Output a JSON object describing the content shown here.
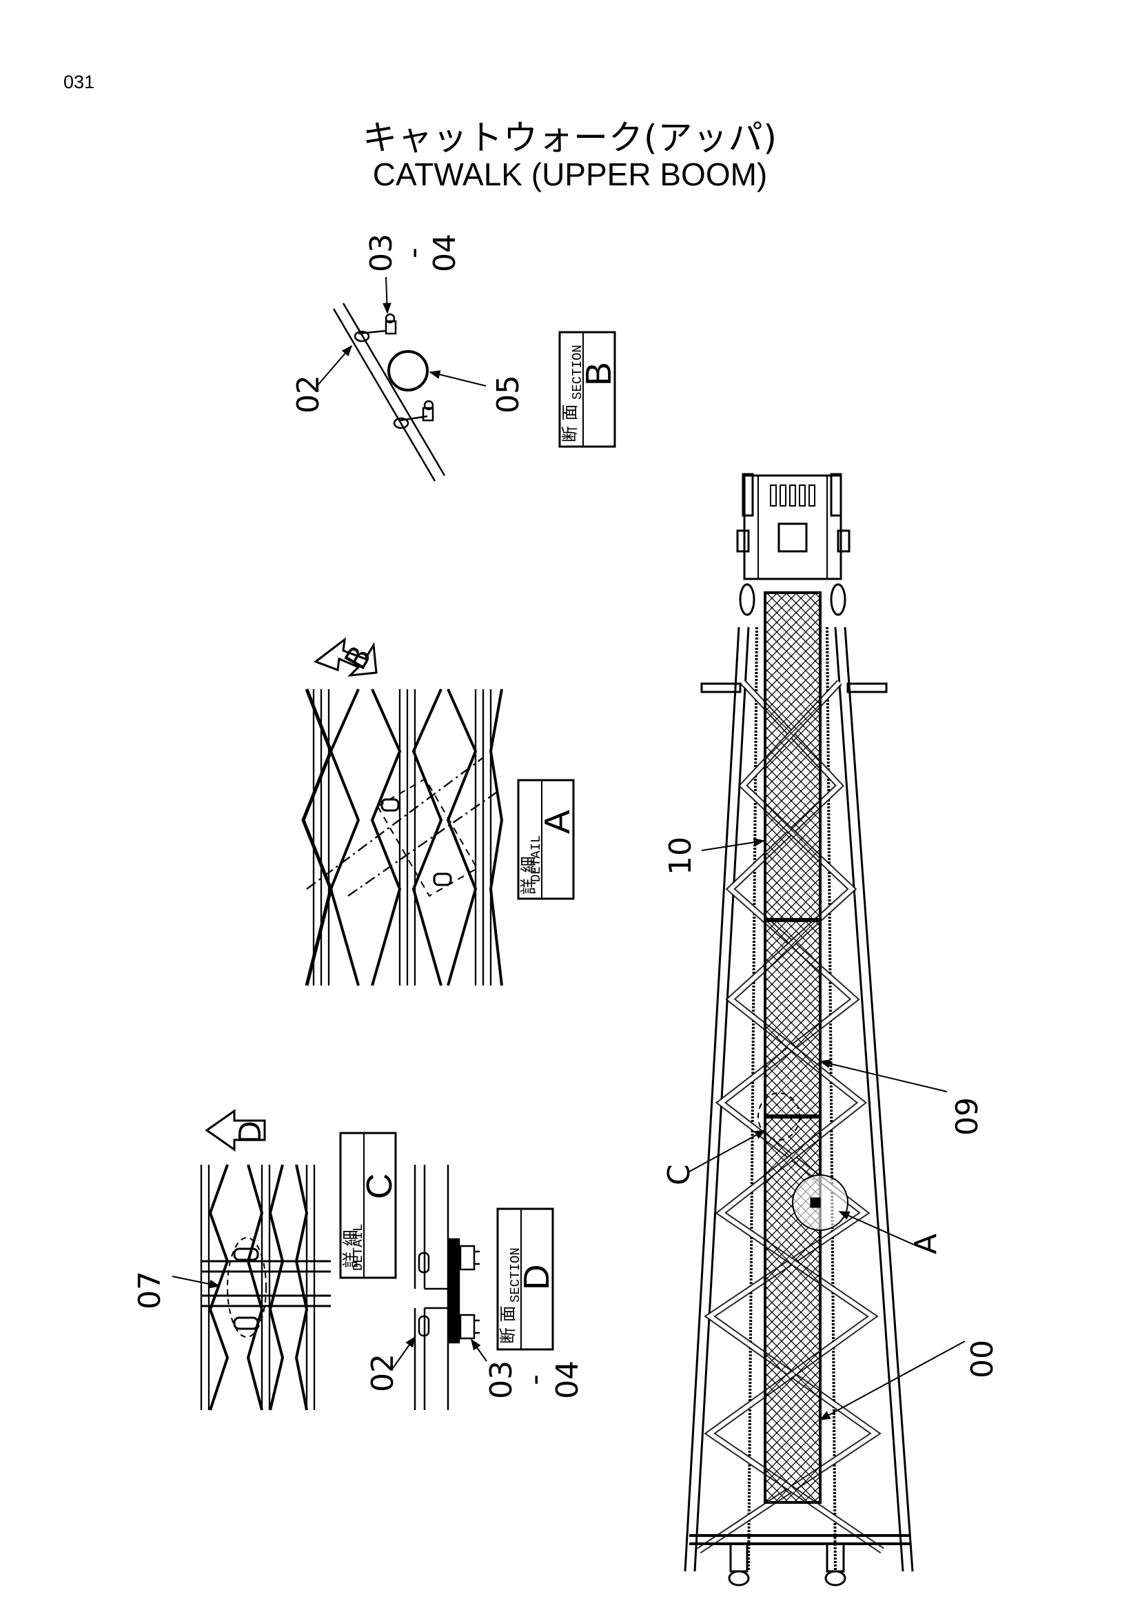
{
  "page": {
    "number": "031"
  },
  "title": {
    "japanese": "キャットウォーク(アッパ)",
    "english": "CATWALK (UPPER BOOM)"
  },
  "views": {
    "section_b": {
      "ja": "断 面",
      "en": "SECTION",
      "letter": "B"
    },
    "detail_a": {
      "ja": "詳 細",
      "en": "DETAIL",
      "letter": "A"
    },
    "detail_c": {
      "ja": "詳 細",
      "en": "DETAIL",
      "letter": "C"
    },
    "section_d": {
      "ja": "断 面",
      "en": "SECTION",
      "letter": "D"
    }
  },
  "view_arrows": {
    "b": "B",
    "d": "D"
  },
  "callouts": {
    "top_03_04": {
      "a": "03",
      "dash": "-",
      "b": "04"
    },
    "top_02": "02",
    "top_05": "05",
    "left_07": "07",
    "bottom_02": "02",
    "bottom_03_04": {
      "a": "03",
      "dash": "-",
      "b": "04"
    },
    "boom_10": "10",
    "boom_09": "09",
    "boom_00": "00",
    "boom_c": "C",
    "boom_a": "A"
  }
}
